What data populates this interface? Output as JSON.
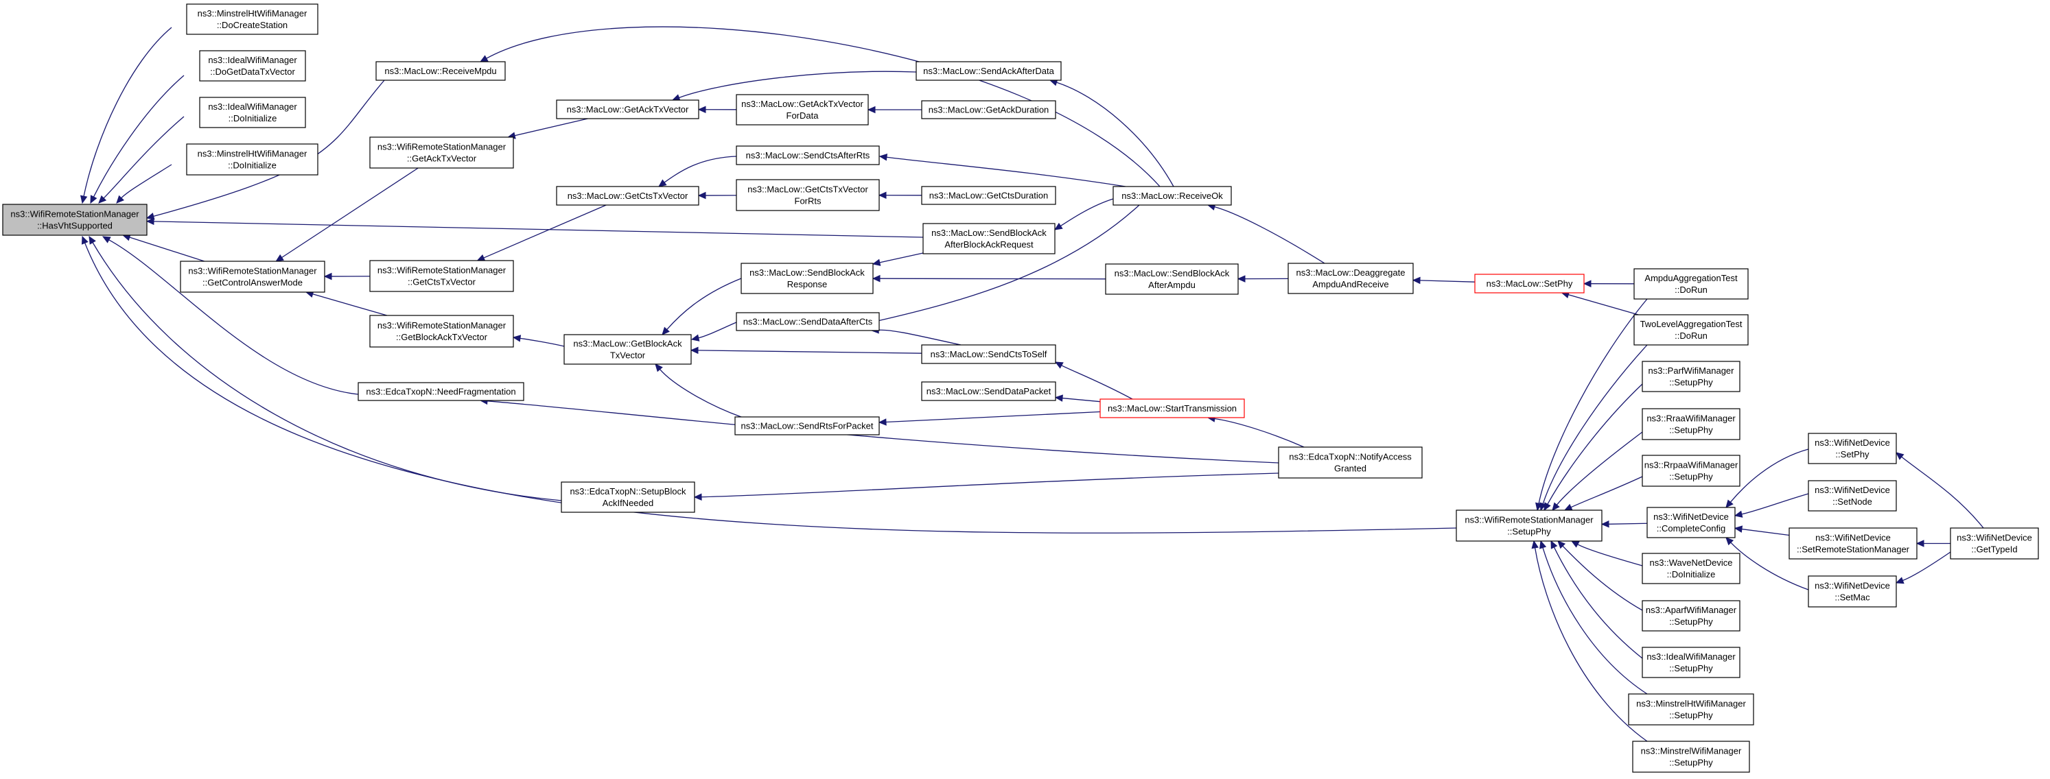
{
  "colors": {
    "edge": "#191970",
    "root_fill": "#bfbfbf",
    "node_border": "#000000",
    "truncated_border": "#ff0000"
  },
  "nodes": [
    {
      "id": "root",
      "lines": [
        "ns3::WifiRemoteStationManager",
        "::HasVhtSupported"
      ],
      "kind": "root"
    },
    {
      "id": "mhtDoCreate",
      "lines": [
        "ns3::MinstrelHtWifiManager",
        "::DoCreateStation"
      ]
    },
    {
      "id": "idealDoGet",
      "lines": [
        "ns3::IdealWifiManager",
        "::DoGetDataTxVector"
      ]
    },
    {
      "id": "idealDoInit",
      "lines": [
        "ns3::IdealWifiManager",
        "::DoInitialize"
      ]
    },
    {
      "id": "mhtDoInit",
      "lines": [
        "ns3::MinstrelHtWifiManager",
        "::DoInitialize"
      ]
    },
    {
      "id": "getCtrlAns",
      "lines": [
        "ns3::WifiRemoteStationManager",
        "::GetControlAnswerMode"
      ]
    },
    {
      "id": "needFrag",
      "lines": [
        "ns3::EdcaTxopN::NeedFragmentation"
      ]
    },
    {
      "id": "setupBlockAck",
      "lines": [
        "ns3::EdcaTxopN::SetupBlock",
        "AckIfNeeded"
      ]
    },
    {
      "id": "receiveMpdu",
      "lines": [
        "ns3::MacLow::ReceiveMpdu"
      ]
    },
    {
      "id": "wrsmGetAck",
      "lines": [
        "ns3::WifiRemoteStationManager",
        "::GetAckTxVector"
      ]
    },
    {
      "id": "wrsmGetCts",
      "lines": [
        "ns3::WifiRemoteStationManager",
        "::GetCtsTxVector"
      ]
    },
    {
      "id": "wrsmGetBlockAck",
      "lines": [
        "ns3::WifiRemoteStationManager",
        "::GetBlockAckTxVector"
      ]
    },
    {
      "id": "mlGetAck",
      "lines": [
        "ns3::MacLow::GetAckTxVector"
      ]
    },
    {
      "id": "mlGetCts",
      "lines": [
        "ns3::MacLow::GetCtsTxVector"
      ]
    },
    {
      "id": "mlGetBlockAck",
      "lines": [
        "ns3::MacLow::GetBlockAck",
        "TxVector"
      ]
    },
    {
      "id": "getAckForData",
      "lines": [
        "ns3::MacLow::GetAckTxVector",
        "ForData"
      ]
    },
    {
      "id": "sendCtsAfterRts",
      "lines": [
        "ns3::MacLow::SendCtsAfterRts"
      ]
    },
    {
      "id": "getCtsForRts",
      "lines": [
        "ns3::MacLow::GetCtsTxVector",
        "ForRts"
      ]
    },
    {
      "id": "sendBlockAckResp",
      "lines": [
        "ns3::MacLow::SendBlockAck",
        "Response"
      ]
    },
    {
      "id": "sendDataAfterCts",
      "lines": [
        "ns3::MacLow::SendDataAfterCts"
      ]
    },
    {
      "id": "sendRtsForPacket",
      "lines": [
        "ns3::MacLow::SendRtsForPacket"
      ]
    },
    {
      "id": "sendAckAfterData",
      "lines": [
        "ns3::MacLow::SendAckAfterData"
      ]
    },
    {
      "id": "getAckDuration",
      "lines": [
        "ns3::MacLow::GetAckDuration"
      ]
    },
    {
      "id": "getCtsDuration",
      "lines": [
        "ns3::MacLow::GetCtsDuration"
      ]
    },
    {
      "id": "sendBlockAckAfterBAR",
      "lines": [
        "ns3::MacLow::SendBlockAck",
        "AfterBlockAckRequest"
      ]
    },
    {
      "id": "sendCtsToSelf",
      "lines": [
        "ns3::MacLow::SendCtsToSelf"
      ]
    },
    {
      "id": "sendDataPacket",
      "lines": [
        "ns3::MacLow::SendDataPacket"
      ]
    },
    {
      "id": "receiveOk",
      "lines": [
        "ns3::MacLow::ReceiveOk"
      ]
    },
    {
      "id": "sendBlockAckAfterAmpdu",
      "lines": [
        "ns3::MacLow::SendBlockAck",
        "AfterAmpdu"
      ]
    },
    {
      "id": "startTx",
      "lines": [
        "ns3::MacLow::StartTransmission"
      ],
      "kind": "trunc"
    },
    {
      "id": "deaggregate",
      "lines": [
        "ns3::MacLow::Deaggregate",
        "AmpduAndReceive"
      ]
    },
    {
      "id": "notifyAccess",
      "lines": [
        "ns3::EdcaTxopN::NotifyAccess",
        "Granted"
      ]
    },
    {
      "id": "setPhy",
      "lines": [
        "ns3::MacLow::SetPhy"
      ],
      "kind": "trunc"
    },
    {
      "id": "wrsmSetupPhy",
      "lines": [
        "ns3::WifiRemoteStationManager",
        "::SetupPhy"
      ]
    },
    {
      "id": "ampduTest",
      "lines": [
        "AmpduAggregationTest",
        "::DoRun"
      ]
    },
    {
      "id": "twoLevelTest",
      "lines": [
        "TwoLevelAggregationTest",
        "::DoRun"
      ]
    },
    {
      "id": "parfSetup",
      "lines": [
        "ns3::ParfWifiManager",
        "::SetupPhy"
      ]
    },
    {
      "id": "rraaSetup",
      "lines": [
        "ns3::RraaWifiManager",
        "::SetupPhy"
      ]
    },
    {
      "id": "rrpaaSetup",
      "lines": [
        "ns3::RrpaaWifiManager",
        "::SetupPhy"
      ]
    },
    {
      "id": "completeConfig",
      "lines": [
        "ns3::WifiNetDevice",
        "::CompleteConfig"
      ]
    },
    {
      "id": "waveDoInit",
      "lines": [
        "ns3::WaveNetDevice",
        "::DoInitialize"
      ]
    },
    {
      "id": "aparfSetup",
      "lines": [
        "ns3::AparfWifiManager",
        "::SetupPhy"
      ]
    },
    {
      "id": "idealSetup",
      "lines": [
        "ns3::IdealWifiManager",
        "::SetupPhy"
      ]
    },
    {
      "id": "mhtSetup",
      "lines": [
        "ns3::MinstrelHtWifiManager",
        "::SetupPhy"
      ]
    },
    {
      "id": "minstrelSetup",
      "lines": [
        "ns3::MinstrelWifiManager",
        "::SetupPhy"
      ]
    },
    {
      "id": "wndSetPhy",
      "lines": [
        "ns3::WifiNetDevice",
        "::SetPhy"
      ]
    },
    {
      "id": "wndSetNode",
      "lines": [
        "ns3::WifiNetDevice",
        "::SetNode"
      ]
    },
    {
      "id": "wndSetRsm",
      "lines": [
        "ns3::WifiNetDevice",
        "::SetRemoteStationManager"
      ]
    },
    {
      "id": "wndSetMac",
      "lines": [
        "ns3::WifiNetDevice",
        "::SetMac"
      ]
    },
    {
      "id": "wndGetTypeId",
      "lines": [
        "ns3::WifiNetDevice",
        "::GetTypeId"
      ]
    }
  ],
  "edges": [
    [
      "mhtDoCreate",
      "root"
    ],
    [
      "idealDoGet",
      "root"
    ],
    [
      "idealDoInit",
      "root"
    ],
    [
      "mhtDoInit",
      "root"
    ],
    [
      "receiveMpdu",
      "root"
    ],
    [
      "getCtrlAns",
      "root"
    ],
    [
      "sendBlockAckAfterBAR",
      "root"
    ],
    [
      "needFrag",
      "root"
    ],
    [
      "setupBlockAck",
      "root"
    ],
    [
      "wrsmSetupPhy",
      "root"
    ],
    [
      "receiveOk",
      "receiveMpdu"
    ],
    [
      "wrsmGetAck",
      "getCtrlAns"
    ],
    [
      "wrsmGetCts",
      "getCtrlAns"
    ],
    [
      "wrsmGetBlockAck",
      "getCtrlAns"
    ],
    [
      "mlGetAck",
      "wrsmGetAck"
    ],
    [
      "mlGetCts",
      "wrsmGetCts"
    ],
    [
      "mlGetBlockAck",
      "wrsmGetBlockAck"
    ],
    [
      "sendAckAfterData",
      "mlGetAck"
    ],
    [
      "getAckForData",
      "mlGetAck"
    ],
    [
      "getAckDuration",
      "getAckForData"
    ],
    [
      "receiveOk",
      "sendAckAfterData"
    ],
    [
      "sendCtsAfterRts",
      "mlGetCts"
    ],
    [
      "getCtsForRts",
      "mlGetCts"
    ],
    [
      "getCtsDuration",
      "getCtsForRts"
    ],
    [
      "receiveOk",
      "sendCtsAfterRts"
    ],
    [
      "sendBlockAckResp",
      "mlGetBlockAck"
    ],
    [
      "sendDataAfterCts",
      "mlGetBlockAck"
    ],
    [
      "sendCtsToSelf",
      "mlGetBlockAck"
    ],
    [
      "sendRtsForPacket",
      "mlGetBlockAck"
    ],
    [
      "sendBlockAckAfterBAR",
      "sendBlockAckResp"
    ],
    [
      "sendBlockAckAfterAmpdu",
      "sendBlockAckResp"
    ],
    [
      "receiveOk",
      "sendBlockAckAfterBAR"
    ],
    [
      "receiveOk",
      "sendDataAfterCts"
    ],
    [
      "sendCtsToSelf",
      "sendDataAfterCts"
    ],
    [
      "startTx",
      "sendCtsToSelf"
    ],
    [
      "startTx",
      "sendDataPacket"
    ],
    [
      "startTx",
      "sendRtsForPacket"
    ],
    [
      "deaggregate",
      "receiveOk"
    ],
    [
      "deaggregate",
      "sendBlockAckAfterAmpdu"
    ],
    [
      "notifyAccess",
      "startTx"
    ],
    [
      "notifyAccess",
      "needFrag"
    ],
    [
      "notifyAccess",
      "setupBlockAck"
    ],
    [
      "setPhy",
      "deaggregate"
    ],
    [
      "ampduTest",
      "setPhy"
    ],
    [
      "twoLevelTest",
      "setPhy"
    ],
    [
      "ampduTest",
      "wrsmSetupPhy"
    ],
    [
      "twoLevelTest",
      "wrsmSetupPhy"
    ],
    [
      "parfSetup",
      "wrsmSetupPhy"
    ],
    [
      "rraaSetup",
      "wrsmSetupPhy"
    ],
    [
      "rrpaaSetup",
      "wrsmSetupPhy"
    ],
    [
      "completeConfig",
      "wrsmSetupPhy"
    ],
    [
      "waveDoInit",
      "wrsmSetupPhy"
    ],
    [
      "aparfSetup",
      "wrsmSetupPhy"
    ],
    [
      "idealSetup",
      "wrsmSetupPhy"
    ],
    [
      "mhtSetup",
      "wrsmSetupPhy"
    ],
    [
      "minstrelSetup",
      "wrsmSetupPhy"
    ],
    [
      "wndSetPhy",
      "completeConfig"
    ],
    [
      "wndSetNode",
      "completeConfig"
    ],
    [
      "wndSetRsm",
      "completeConfig"
    ],
    [
      "wndSetMac",
      "completeConfig"
    ],
    [
      "wndGetTypeId",
      "wndSetPhy"
    ],
    [
      "wndGetTypeId",
      "wndSetRsm"
    ],
    [
      "wndGetTypeId",
      "wndSetMac"
    ]
  ]
}
